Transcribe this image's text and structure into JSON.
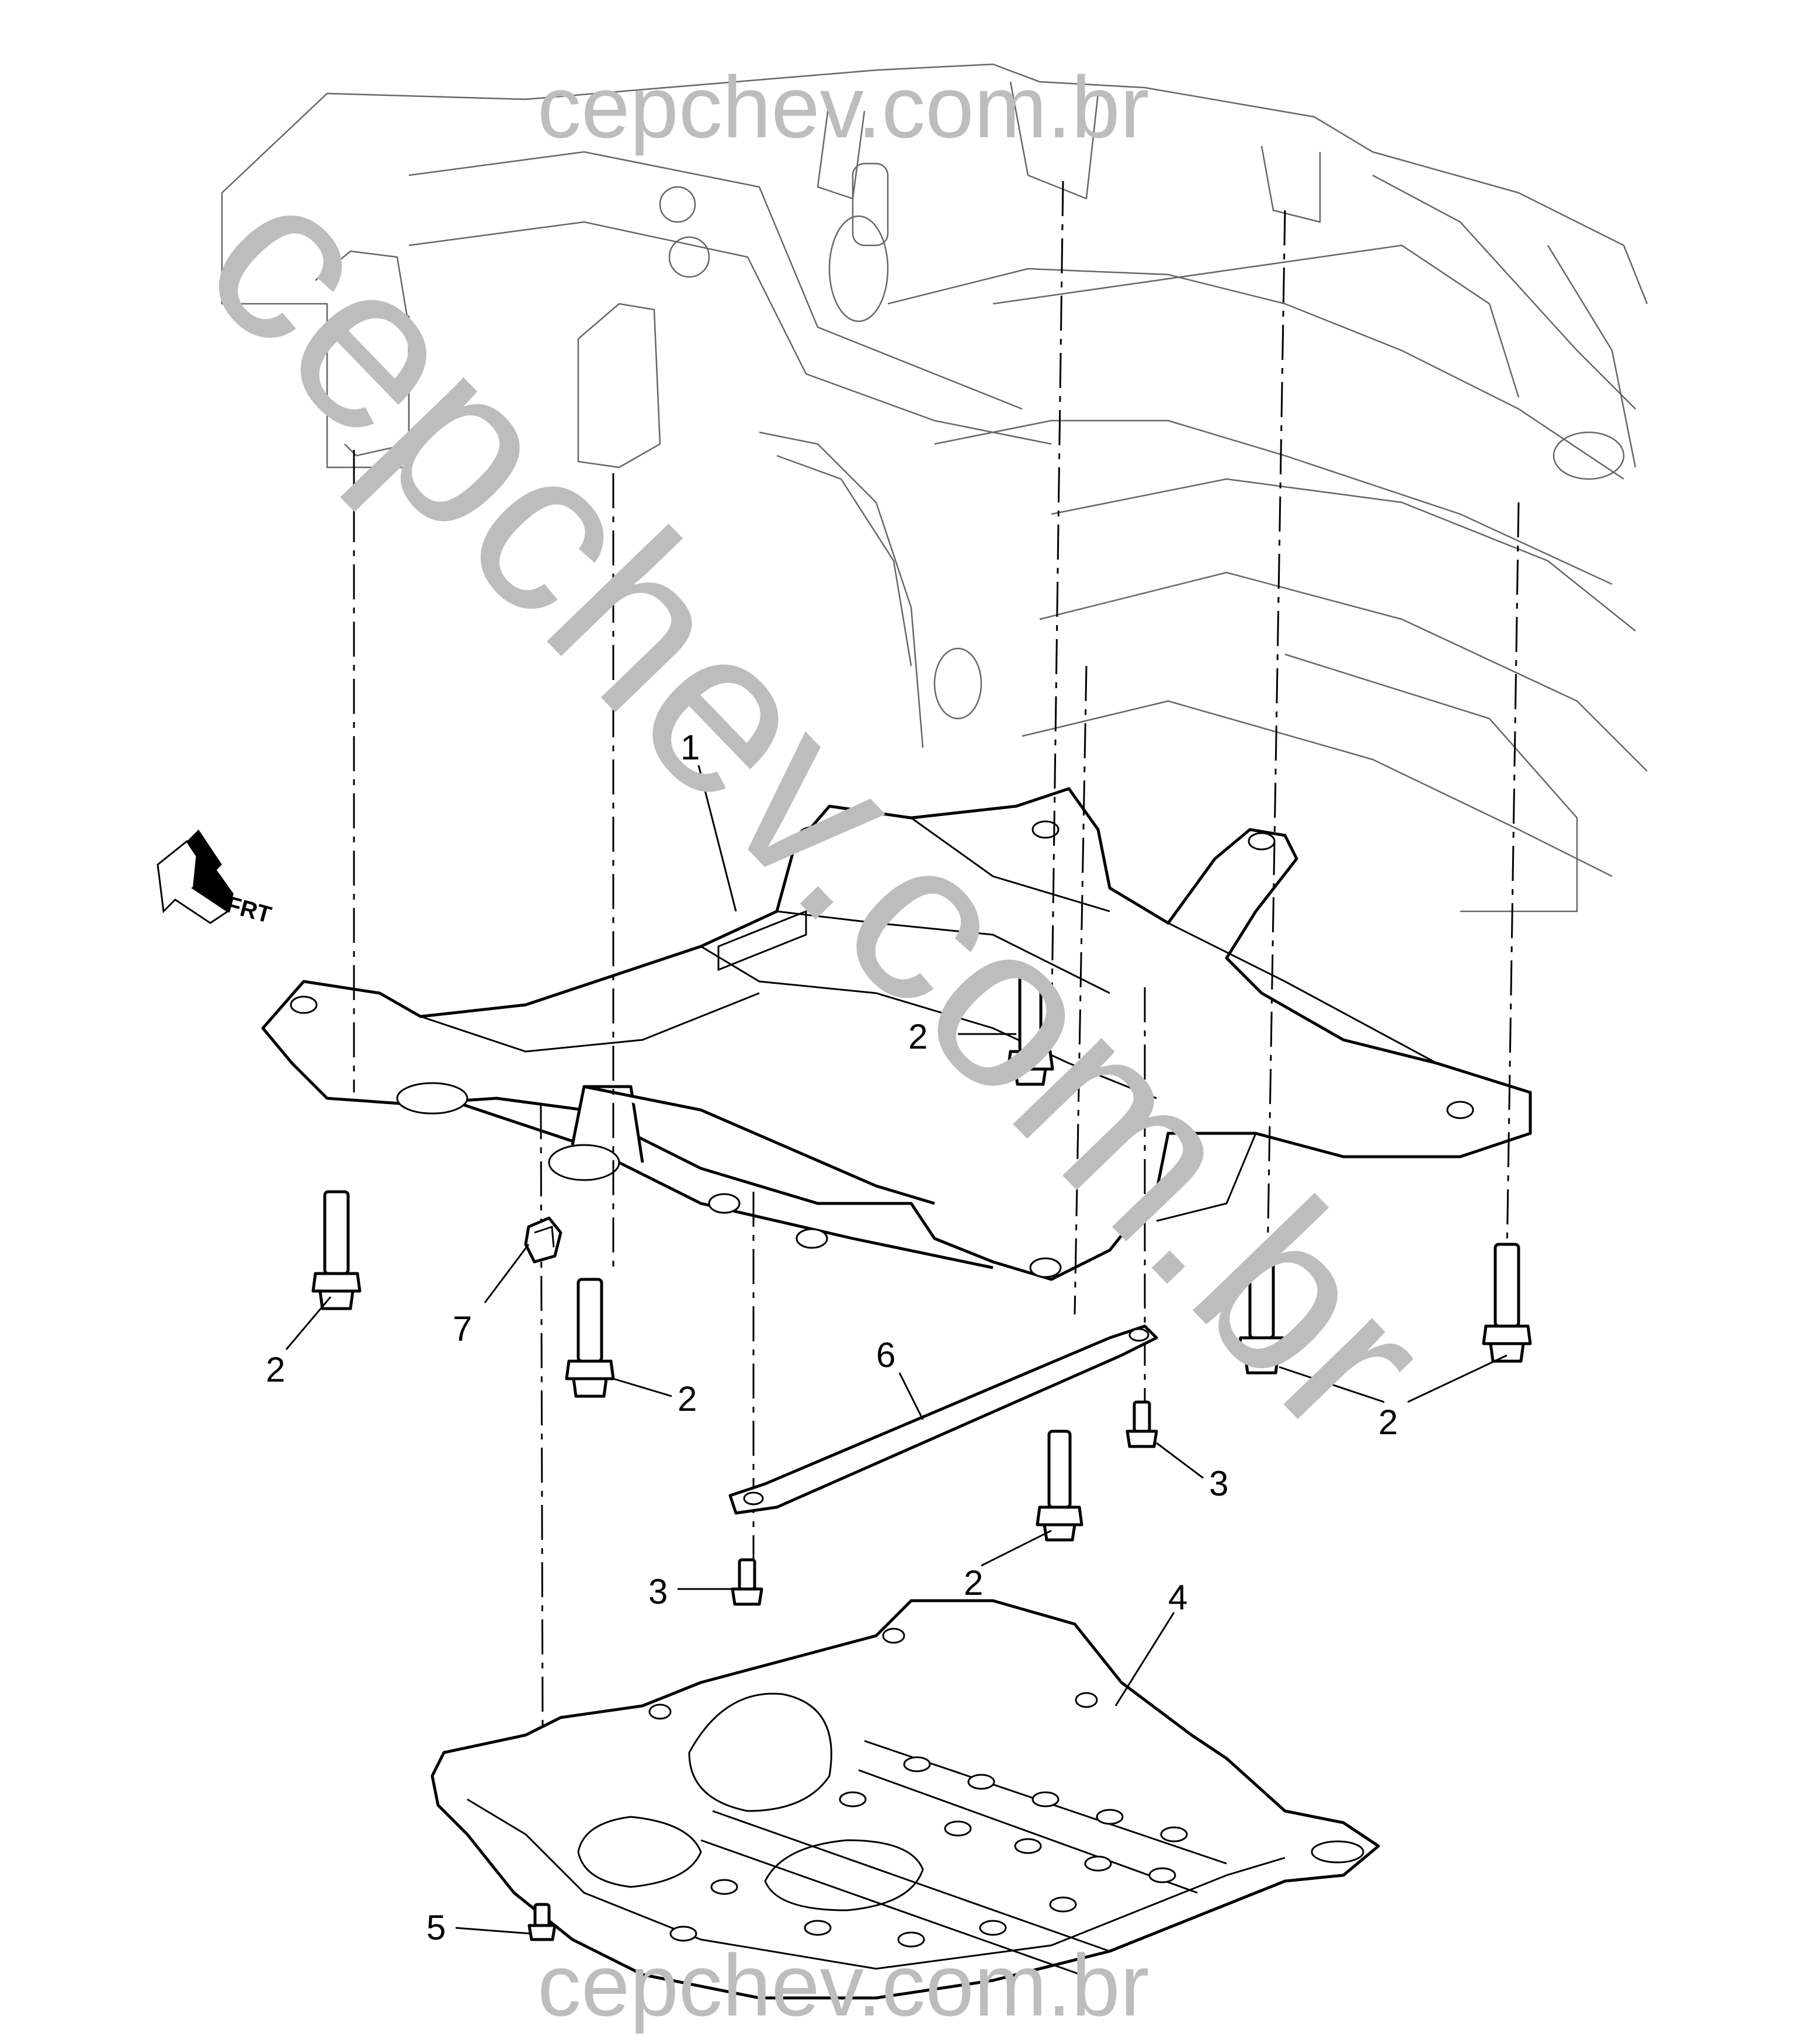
{
  "watermark": {
    "top": "cepchev.com.br",
    "bottom": "cepchev.com.br",
    "diagonal": "cepchev.com.br"
  },
  "front_indicator": {
    "label": "FRT",
    "icon": "front-arrow-icon"
  },
  "callouts": {
    "frame": "1",
    "bolt": "2",
    "bolt_small": "3",
    "shield": "4",
    "shield_bolt": "5",
    "brace": "6",
    "clip": "7"
  }
}
